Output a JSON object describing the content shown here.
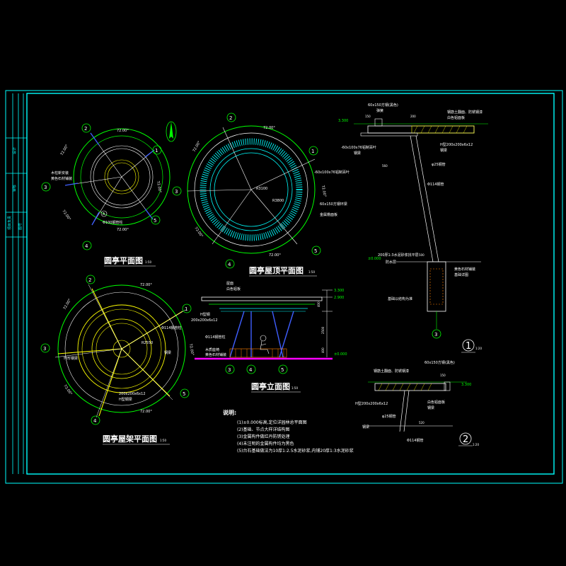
{
  "colors": {
    "background": "#000000",
    "frame": "#00ffff",
    "line_white": "#ffffff",
    "line_green": "#00ff00",
    "line_yellow": "#ffff00",
    "line_blue": "#3f5fff",
    "line_cyan": "#00ffff",
    "line_magenta": "#ff00ff",
    "line_red": "#ff3030",
    "hatch_orange": "#ff8000",
    "text_white": "#ffffff",
    "text_yellow": "#ffff00"
  },
  "axis_labels": [
    "1",
    "2",
    "3",
    "4",
    "5"
  ],
  "plan": {
    "title": "圆亭平面图",
    "scale": "1:50",
    "dims": [
      "72.00°",
      "72.00°",
      "72.00°",
      "72.00°",
      "72.00°"
    ],
    "callout_a": "木柱新安装",
    "callout_b": "黄色石材铺装",
    "callout_c": "Φ100钢管柱",
    "marker": "A"
  },
  "roof_top_plan": {
    "title": "圆亭屋顶平面图",
    "scale": "1:50",
    "dims": [
      "72.00°",
      "72.00°",
      "72.00°",
      "72.00°",
      "72.00°"
    ],
    "callout_a": "-60x100x76铝制百叶",
    "callout_b": "60x150方钢环梁",
    "callout_c": "金属檐面板",
    "radius_a": "R3100",
    "radius_b": "R3800"
  },
  "roof_frame_plan": {
    "title": "圆亭屋架平面图",
    "scale": "1:50",
    "dims": [
      "72.00°",
      "72.00°",
      "72.00°",
      "72.00°",
      "72.00°"
    ],
    "callout_a": "Φ114钢管柱",
    "callout_b": "环形钢梁",
    "callout_c": "200x200x6x12",
    "callout_d": "H型钢梁",
    "callout_e": "钢梁",
    "radius": "R2550"
  },
  "elevation": {
    "title": "圆亭立面图",
    "scale": "1:50",
    "label_roof": "屋面",
    "label_board": "白色铝板",
    "label_beam": "H型钢",
    "label_beam_size": "200x200x6x12",
    "label_column": "Φ114钢管柱",
    "label_seat": "木质座椅",
    "label_base": "黄色石材铺装",
    "levels": [
      "3.300",
      "2.900",
      "±0.000"
    ],
    "dims": [
      "400",
      "2500",
      "400"
    ]
  },
  "detail_1": {
    "number": "1",
    "scale": "1:20",
    "label_top": "60x150方钢(黑色)",
    "label_top2": "弹簧",
    "label_r": "钢筋土翻面、防锈钢漆",
    "label_r2": "白色铝面板",
    "label_r3": "H型200x200x6x12",
    "label_r4": "钢梁",
    "label_left": "-60x100x76铝制百叶",
    "label_left2": "钢梁",
    "label_mid": "φ25钢管",
    "label_mid2": "Φ114钢管",
    "label_base": "200厚1:3水泥砂浆找平层",
    "label_base2": "防水层",
    "label_base3": "黄色石材铺装",
    "label_base4": "基础详图",
    "label_foot": "基础以结构为准",
    "level_top": "3.300",
    "level_zero": "±0.000",
    "dims": [
      "150",
      "200",
      "560",
      "500"
    ]
  },
  "detail_2": {
    "number": "2",
    "scale": "1:20",
    "label_top": "60x150方钢(黑色)",
    "label_r": "钢筋土翻面、防锈钢漆",
    "label_r2": "白色铝面板",
    "label_r3": "钢梁",
    "label_left": "H型200x200x6x12",
    "label_left2": "钢梁",
    "label_mid": "φ25钢管",
    "label_mid2": "Φ114钢管",
    "level": "3.300",
    "dims": [
      "150",
      "520"
    ]
  },
  "notes": {
    "heading": "说明:",
    "items": [
      "(1)±0.000标高,定位详园林总平面图",
      "(2)基础、节点大样详结构图",
      "(3)金属构件做红丹防锈处理",
      "(4)未注明的金属构件均为黑色",
      "(5)台石基础做法为10厚1:2.5水泥砂浆,内铺20厚1:3水泥砂浆"
    ]
  },
  "title_block": {
    "cells": [
      "设计",
      "审核",
      "项目负责",
      "图号"
    ]
  }
}
